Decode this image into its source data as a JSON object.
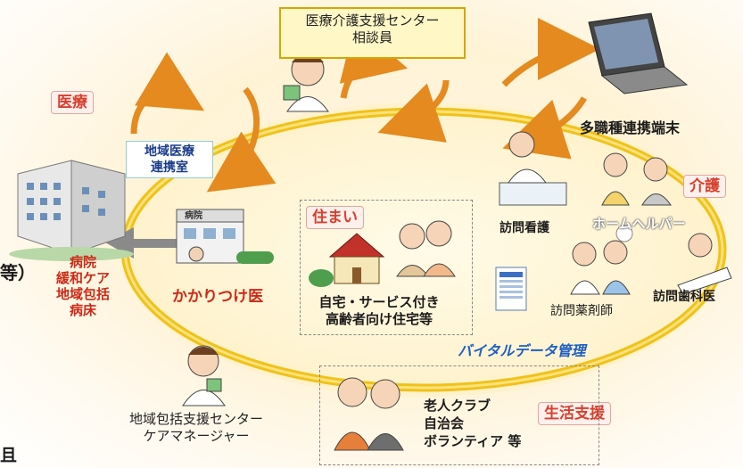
{
  "center_box": {
    "line1": "医療介護支援センター",
    "line2": "相談員"
  },
  "tags": {
    "iryo": "医療",
    "kaigo": "介護",
    "sumai": "住まい",
    "seikatsu": "生活支援"
  },
  "renkei_room": {
    "line1": "地域医療",
    "line2": "連携室"
  },
  "terminal_label": "多職種連携端末",
  "hospital_label": {
    "line1": "病院",
    "line2": "緩和ケア",
    "line3": "地域包括",
    "line4": "病床"
  },
  "left_edge_glyph": "等）",
  "left_bottom_glyph": "且",
  "kakaritsuke": "かかりつけ医",
  "clinic_sign": "病院",
  "home_label": {
    "line1": "自宅・サービス付き",
    "line2": "高齢者向け住宅等"
  },
  "vital_label": "バイタルデータ管理",
  "houmon_kango": "訪問看護",
  "home_helper": "ホームヘルパー",
  "houmon_yakuzaishi": "訪問薬剤師",
  "houmon_shika": "訪問歯科医",
  "houkatsu_label": {
    "line1": "地域包括支援センター",
    "line2": "ケアマネージャー"
  },
  "support_label": {
    "line1": "老人クラブ",
    "line2": "自治会",
    "line3": "ボランティア 等"
  },
  "colors": {
    "ring": "#f0c21a",
    "arrow_orange": "#e58a1f",
    "arrow_gray": "#8a8a8a",
    "tag_red": "#d8402e",
    "teal_text": "#1a3c8c"
  }
}
